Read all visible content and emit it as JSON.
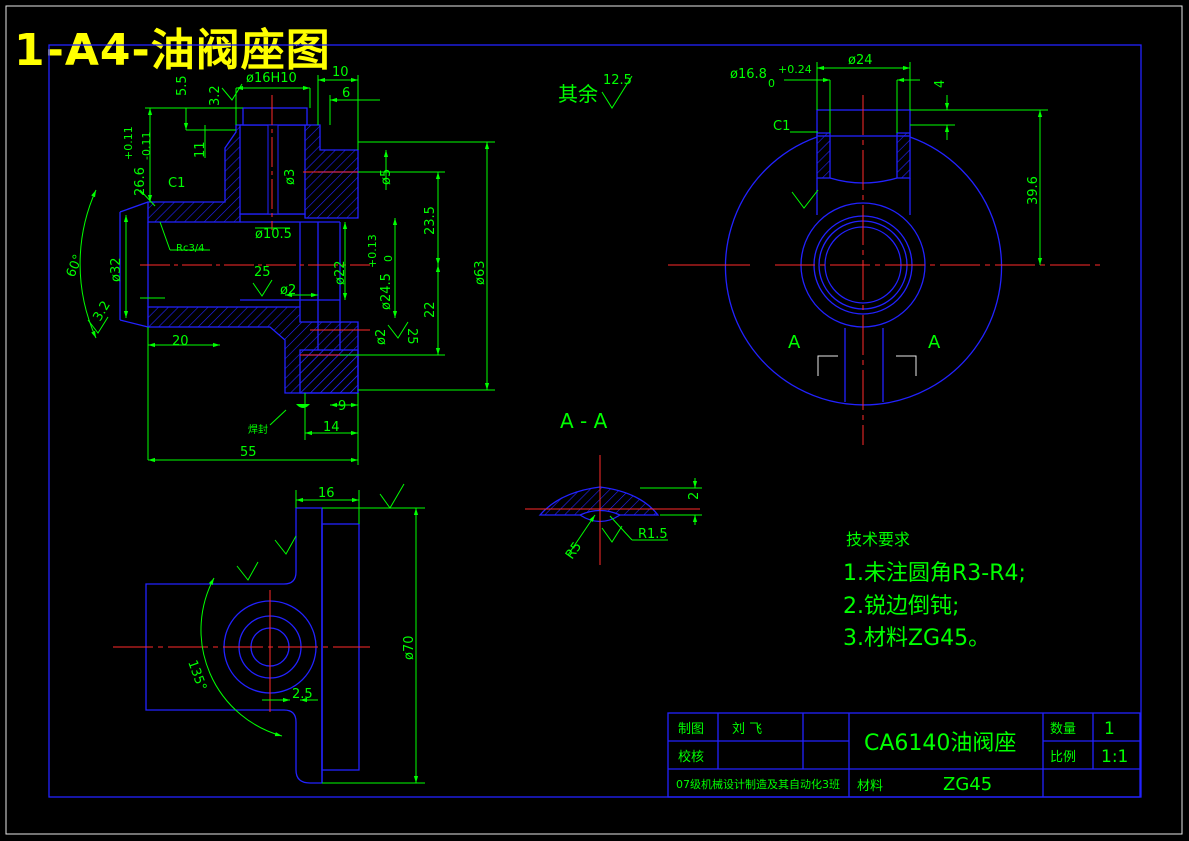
{
  "drawing_title": "1-A4-油阀座图",
  "roughness_note": {
    "label": "其余",
    "value": "12.5"
  },
  "section_label": "A - A",
  "section_marks": [
    "A",
    "A"
  ],
  "tech_requirements": {
    "heading": "技术要求",
    "items": [
      "1.未注圆角R3-R4;",
      "2.锐边倒钝;",
      "3.材料ZG45。"
    ]
  },
  "dimensions": {
    "d16h10": "ø16H10",
    "d10": "10",
    "d6": "6",
    "d55_top": "5.5",
    "r32_a": "3.2",
    "d11": "11",
    "d3": "ø3",
    "d5": "ø5",
    "d266": "26.6",
    "d266_tol_up": "+0.11",
    "d266_tol_dn": "-0.11",
    "c1_left": "C1",
    "d105": "ø10.5",
    "rc34": "Rc3/4",
    "d235": "23.5",
    "d22v": "22",
    "d63": "ø63",
    "a60": "60°",
    "d32": "ø32",
    "d22": "ø22",
    "d245": "ø24.5",
    "d245_tol_up": "+0.13",
    "d245_tol_dn": "0",
    "r25": "25",
    "d2a": "ø2",
    "r32_b": "3.2",
    "d2b": "ø2",
    "r25b": "25",
    "d20": "20",
    "weld": "焊封",
    "d9": "9",
    "d14": "14",
    "d55": "55",
    "d168": "ø16.8",
    "d168_tol_up": "+0.24",
    "d168_tol_dn": "0",
    "d24": "ø24",
    "d4": "4",
    "c1_right": "C1",
    "d396": "39.6",
    "d16": "16",
    "a135": "135°",
    "d25": "2.5",
    "d70": "ø70",
    "r15": "R1.5",
    "r5": "R5",
    "d2c": "2"
  },
  "title_block": {
    "drawn_label": "制图",
    "drawn_name": "刘 飞",
    "check_label": "校核",
    "part_name": "CA6140油阀座",
    "qty_label": "数量",
    "qty_value": "1",
    "scale_label": "比例",
    "scale_value": "1:1",
    "class_name": "07级机械设计制造及其自动化3班",
    "material_label": "材料",
    "material_value": "ZG45"
  },
  "colors": {
    "outline": "#2222ff",
    "dimension": "#00ff00",
    "centerline": "#ff2a2a",
    "title": "#ffff00",
    "background": "#000000"
  }
}
